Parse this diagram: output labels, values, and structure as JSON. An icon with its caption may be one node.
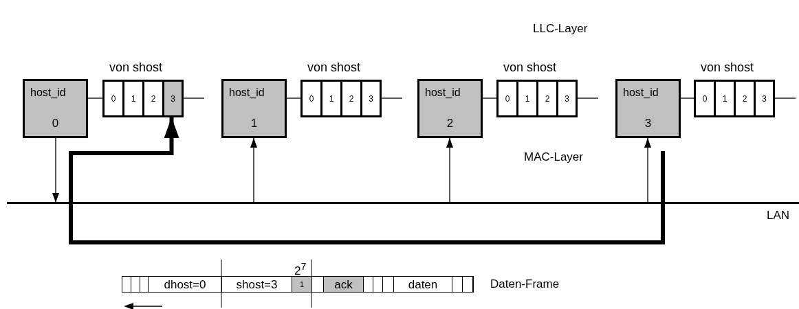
{
  "diagram": {
    "nodes": [
      {
        "text": [
          "host_id",
          "0"
        ]
      },
      {
        "text": [
          "von shost"
        ]
      },
      {
        "text": [
          "0"
        ],
        "in": 1
      },
      {
        "text": [
          "1"
        ],
        "in": 1
      },
      {
        "text": [
          "2"
        ],
        "in": 1
      },
      {
        "text": [
          "3"
        ],
        "in": 1
      },
      {
        "text": [
          "host_id",
          "1"
        ]
      },
      {
        "text": [
          "von shost"
        ]
      },
      {
        "text": [
          "0"
        ],
        "in": 7
      },
      {
        "text": [
          "1"
        ],
        "in": 7
      },
      {
        "text": [
          "2"
        ],
        "in": 7
      },
      {
        "text": [
          "3"
        ],
        "in": 7
      },
      {
        "text": [
          "host_id",
          "2"
        ]
      },
      {
        "text": [
          "von shost"
        ]
      },
      {
        "text": [
          "0"
        ],
        "in": 13
      },
      {
        "text": [
          "1"
        ],
        "in": 13
      },
      {
        "text": [
          "2"
        ],
        "in": 13
      },
      {
        "text": [
          "3"
        ],
        "in": 13
      },
      {
        "text": [
          "host_id",
          "3"
        ]
      },
      {
        "text": [
          "von shost"
        ]
      },
      {
        "text": [
          "0"
        ],
        "in": 19
      },
      {
        "text": [
          "1"
        ],
        "in": 19
      },
      {
        "text": [
          "2"
        ],
        "in": 19
      },
      {
        "text": [
          "3"
        ],
        "in": 19
      },
      {
        "text": [
          "LAN"
        ]
      },
      {
        "text": [
          "Daten-Frame"
        ]
      },
      {
        "text": [
          "dhost=0"
        ],
        "in": 25
      },
      {
        "text": [
          "shost=3"
        ],
        "in": 25
      },
      {
        "text": [
          "1"
        ],
        "in": 25
      },
      {
        "text": [
          "ack"
        ],
        "in": 25
      },
      {
        "text": [
          "daten"
        ],
        "in": 25
      }
    ],
    "edges": [
      {
        "from": 0,
        "to": 1,
        "arrow": "none"
      },
      {
        "from": 1,
        "to": null,
        "arrow": "none"
      },
      {
        "from": 6,
        "to": 7,
        "arrow": "none"
      },
      {
        "from": 7,
        "to": null,
        "arrow": "none"
      },
      {
        "from": 12,
        "to": 13,
        "arrow": "none"
      },
      {
        "from": 13,
        "to": null,
        "arrow": "none"
      },
      {
        "from": 18,
        "to": 19,
        "arrow": "none"
      },
      {
        "from": 19,
        "to": null,
        "arrow": "none"
      },
      {
        "from": 0,
        "to": 24,
        "arrow": "to"
      },
      {
        "from": 24,
        "to": 6,
        "arrow": "to"
      },
      {
        "from": 24,
        "to": 12,
        "arrow": "to"
      },
      {
        "from": 24,
        "to": 18,
        "arrow": "to"
      },
      {
        "from": null,
        "to": 5,
        "arrow": "to",
        "style": "thick"
      }
    ],
    "labels": [
      "LLC-Layer",
      "MAC-Layer",
      "2$^{7}$"
    ]
  }
}
